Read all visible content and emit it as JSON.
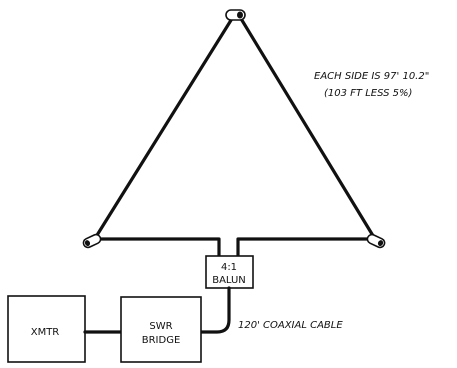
{
  "antenna": {
    "note_line1": "EACH SIDE IS 97' 10.2\"",
    "note_line2": "(103 FT LESS 5%)"
  },
  "balun": {
    "line1": "4:1",
    "line2": "BALUN"
  },
  "transmitter": {
    "label": "XMTR"
  },
  "swr_bridge": {
    "line1": "SWR",
    "line2": "BRIDGE"
  },
  "coax": {
    "label": "120' COAXIAL CABLE"
  }
}
